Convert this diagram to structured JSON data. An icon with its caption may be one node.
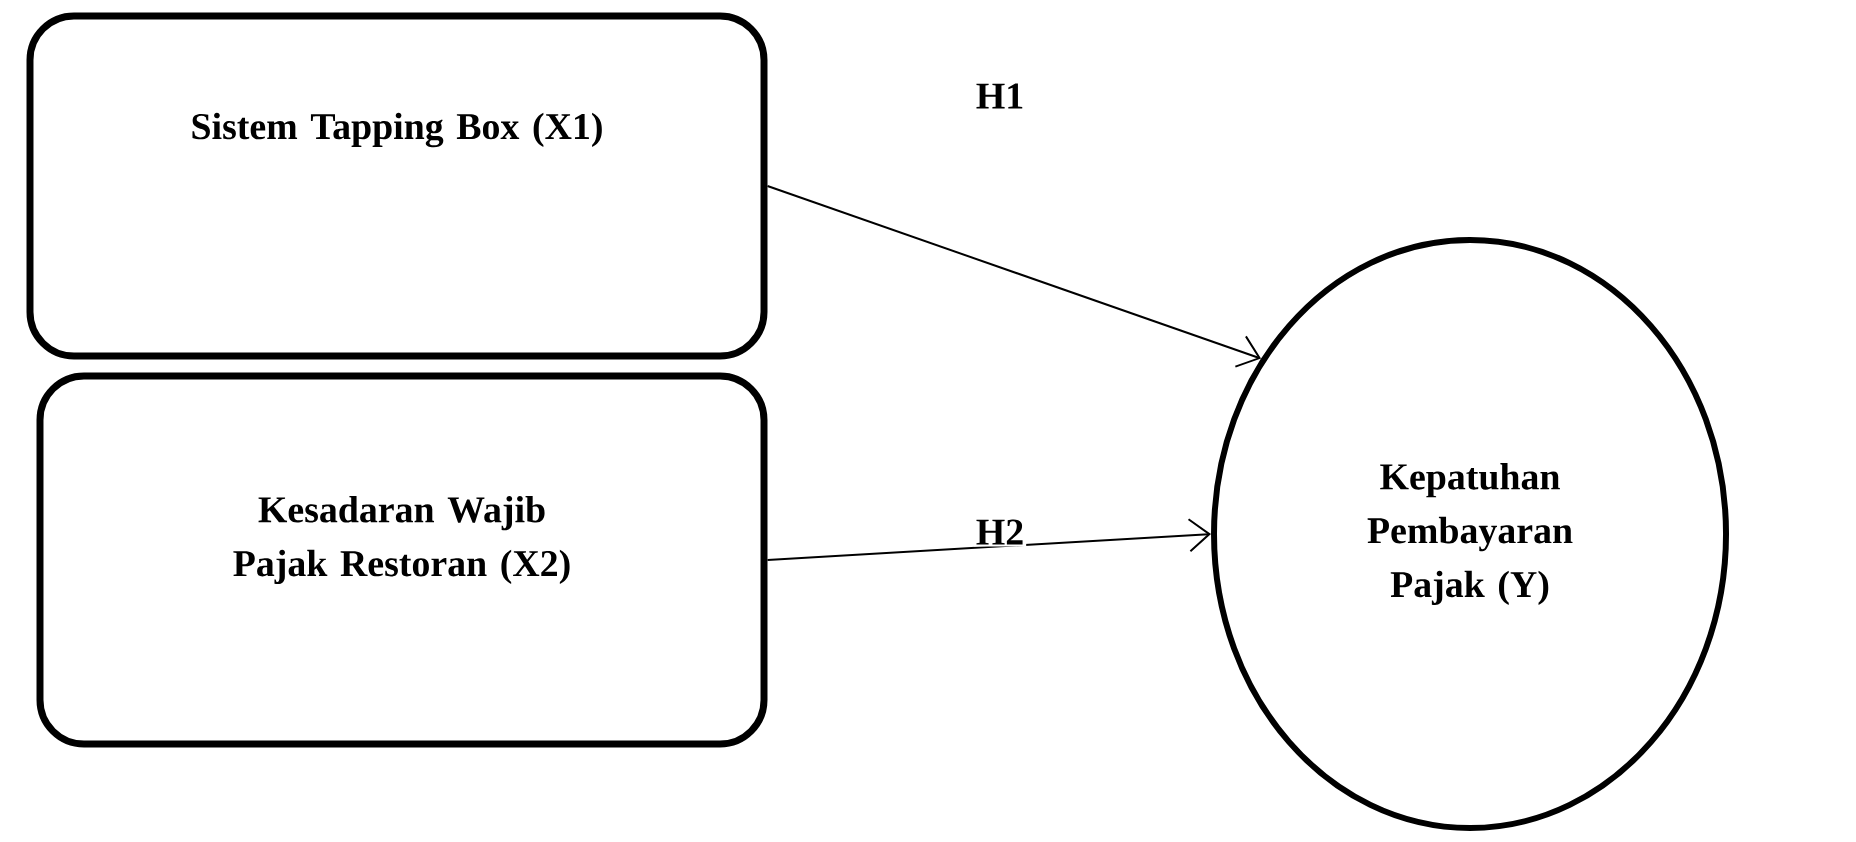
{
  "diagram": {
    "nodes": [
      {
        "text": [
          "Sistem Tapping Box (X1)"
        ]
      },
      {
        "text": [
          "Kesadaran Wajib Pajak Restoran (X2)"
        ]
      },
      {
        "text": [
          "Kepatuhan Pembayaran Pajak (Y)"
        ]
      }
    ],
    "edges": [
      {
        "from": 0,
        "to": 2,
        "arrow": "to",
        "label": "H1"
      },
      {
        "from": 1,
        "to": 2,
        "arrow": "to",
        "label": "H2"
      }
    ]
  }
}
